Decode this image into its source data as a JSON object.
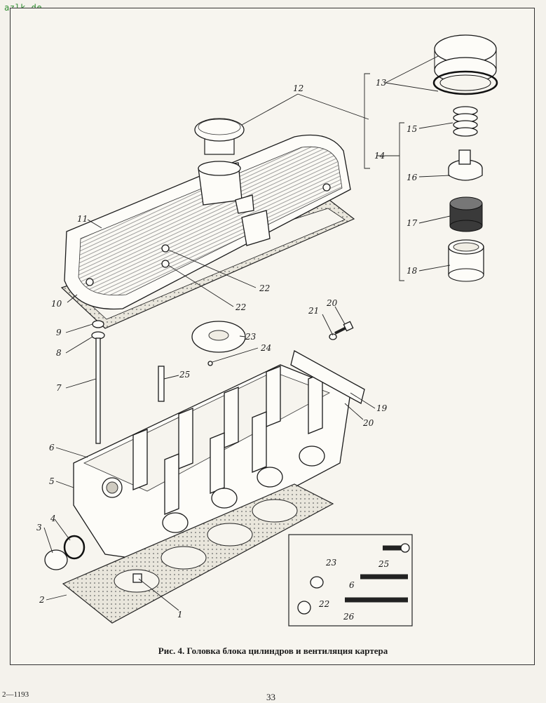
{
  "watermark": "azlk.de",
  "caption": "Рис. 4. Головка блока цилиндров и вентиляция картера",
  "page_code": "2—1193",
  "page_number": "33",
  "callouts": [
    "1",
    "2",
    "3",
    "4",
    "5",
    "6",
    "7",
    "8",
    "9",
    "10",
    "11",
    "12",
    "13",
    "14",
    "15",
    "16",
    "17",
    "18",
    "19",
    "20",
    "21",
    "22",
    "22",
    "23",
    "24",
    "25",
    "26"
  ],
  "inset_callouts": [
    "23",
    "25",
    "6",
    "22",
    "26"
  ]
}
